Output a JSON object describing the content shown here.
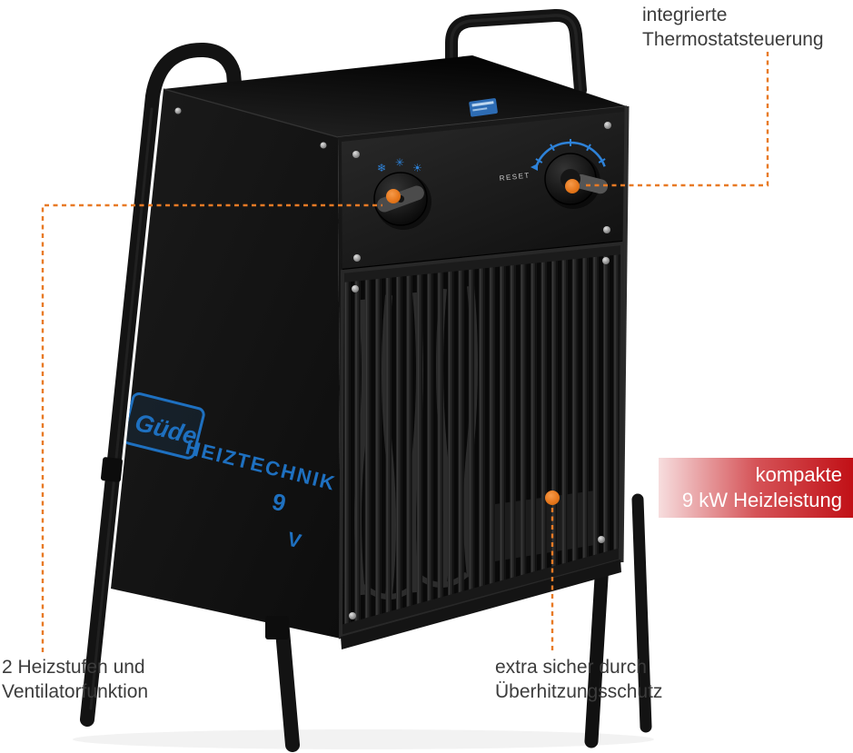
{
  "canvas": {
    "background": "#ffffff"
  },
  "colors": {
    "accent_orange": "#e87a25",
    "callout_text": "#3c3c3c",
    "badge_red": "#c11016",
    "badge_text": "#ffffff",
    "brand_blue": "#1e70c0"
  },
  "callouts": {
    "thermostat": {
      "line1": "integrierte",
      "line2": "Thermostatsteuerung"
    },
    "heat_levels": {
      "line1": "2 Heizstufen und",
      "line2": "Ventilatorfunktion"
    },
    "overheat": {
      "line1": "extra sicher durch",
      "line2": "Überhitzungsschutz"
    }
  },
  "badge": {
    "line1": "kompakte",
    "line2": "9 kW Heizleistung"
  },
  "product": {
    "brand": "Güde",
    "series": "HEIZTECHNIK",
    "model_fragment_line1": "9",
    "model_fragment_line2": "V",
    "reset_label": "RESET",
    "knob_icons": {
      "frost": "❄",
      "fan": "✳",
      "heat": "☀"
    }
  }
}
